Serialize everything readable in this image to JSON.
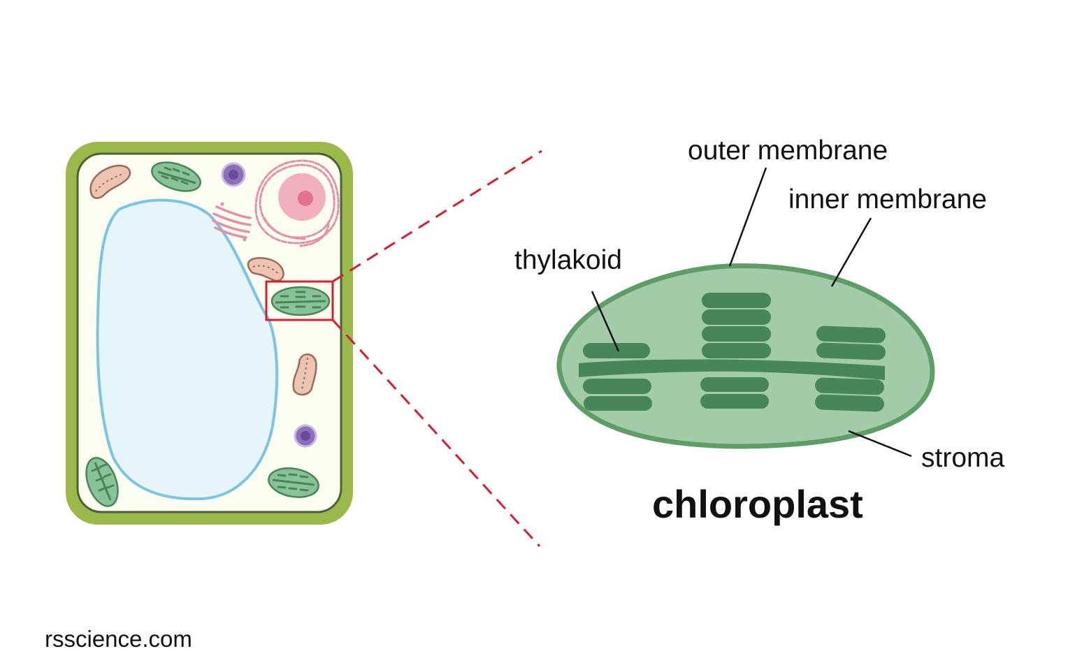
{
  "labels": {
    "outer_membrane": "outer membrane",
    "inner_membrane": "inner membrane",
    "thylakoid": "thylakoid",
    "stroma": "stroma"
  },
  "title": "chloroplast",
  "credit": "rsscience.com",
  "colors": {
    "cell_wall": "#9bb84a",
    "cytoplasm": "#fafdf0",
    "vacuole_fill": "#e6f5fa",
    "vacuole_border": "#7cc4e3",
    "chloroplast_border": "#5e9e66",
    "chloroplast_fill": "#a2cba7",
    "thylakoid": "#46865a",
    "mitochondria_fill": "#ecc4b2",
    "mitochondria_stroke": "#9e6a58",
    "nucleus_fill": "#f0b0be",
    "nucleolus": "#e0738d",
    "er_golgi": "#e58fa8",
    "vesicle_fill": "#8a70b8",
    "zoom_box": "#d81e2e"
  }
}
